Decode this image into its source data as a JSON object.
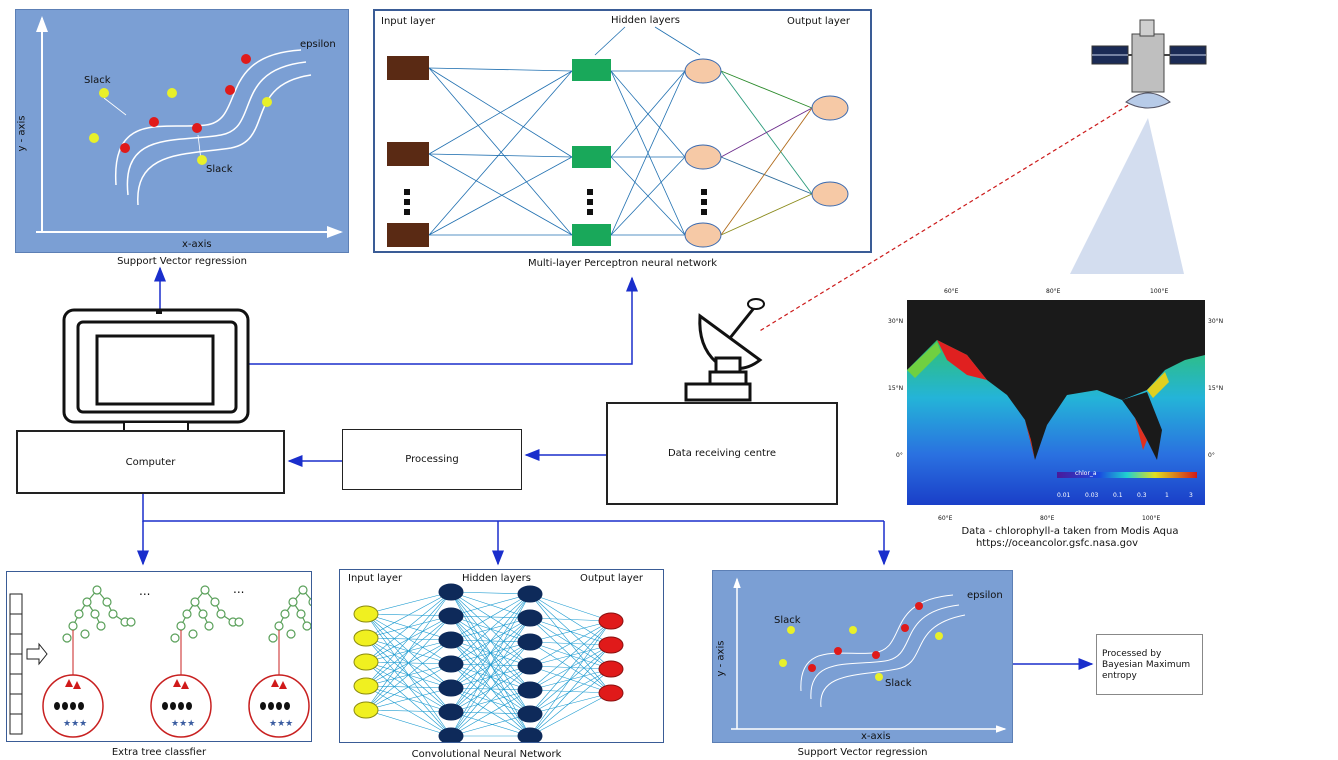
{
  "svr_top": {
    "caption": "Support Vector regression",
    "x_label": "x-axis",
    "y_label": "y - axis",
    "slack_a": "Slack",
    "slack_b": "Slack",
    "epsilon": "epsilon"
  },
  "mlp": {
    "caption": "Multi-layer Perceptron neural network",
    "input_label": "Input layer",
    "hidden_label": "Hidden layers",
    "output_label": "Output layer"
  },
  "computer": {
    "label": "Computer"
  },
  "processing": {
    "label": "Processing"
  },
  "receiving": {
    "label": "Data receiving centre"
  },
  "map": {
    "caption_line1": "Data  - chlorophyll-a taken from Modis Aqua",
    "caption_line2": "https://oceancolor.gsfc.nasa.gov",
    "lon_top": [
      "60°E",
      "80°E",
      "100°E"
    ],
    "lon_bottom": [
      "60°E",
      "80°E",
      "100°E"
    ],
    "lat_left": [
      "30°N",
      "15°N",
      "0°"
    ],
    "lat_right": [
      "30°N",
      "15°N",
      "0°"
    ],
    "scale_title": "chlor_a",
    "scale_ticks": [
      "0.01",
      "0.03",
      "0.1",
      "0.3",
      "1",
      "3"
    ]
  },
  "extra_tree": {
    "caption": "Extra tree classfier",
    "dots": "..."
  },
  "cnn": {
    "caption": "Convolutional Neural Network",
    "input_label": "Input layer",
    "hidden_label": "Hidden layers",
    "output_label": "Output layer"
  },
  "svr_bottom": {
    "caption": "Support Vector regression",
    "x_label": "x-axis",
    "y_label": "y - axis",
    "slack_a": "Slack",
    "slack_b": "Slack",
    "epsilon": "epsilon"
  },
  "bayes": {
    "line1": "Processed by",
    "line2": "Bayesian Maximum",
    "line3": "entropy"
  }
}
